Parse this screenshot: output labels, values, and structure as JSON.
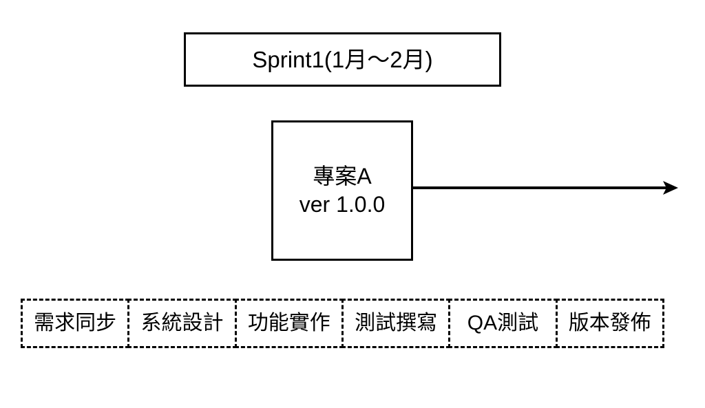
{
  "diagram": {
    "background_color": "#ffffff",
    "stroke_color": "#000000",
    "sprint": {
      "label": "Sprint1(1月～2月)"
    },
    "project": {
      "name": "專案A",
      "version": "ver 1.0.0"
    },
    "arrow": {
      "icon": "right-arrow-icon"
    },
    "phases": [
      {
        "label": "需求同步"
      },
      {
        "label": "系統設計"
      },
      {
        "label": "功能實作"
      },
      {
        "label": "測試撰寫"
      },
      {
        "label": "QA測試"
      },
      {
        "label": "版本發佈"
      }
    ]
  }
}
